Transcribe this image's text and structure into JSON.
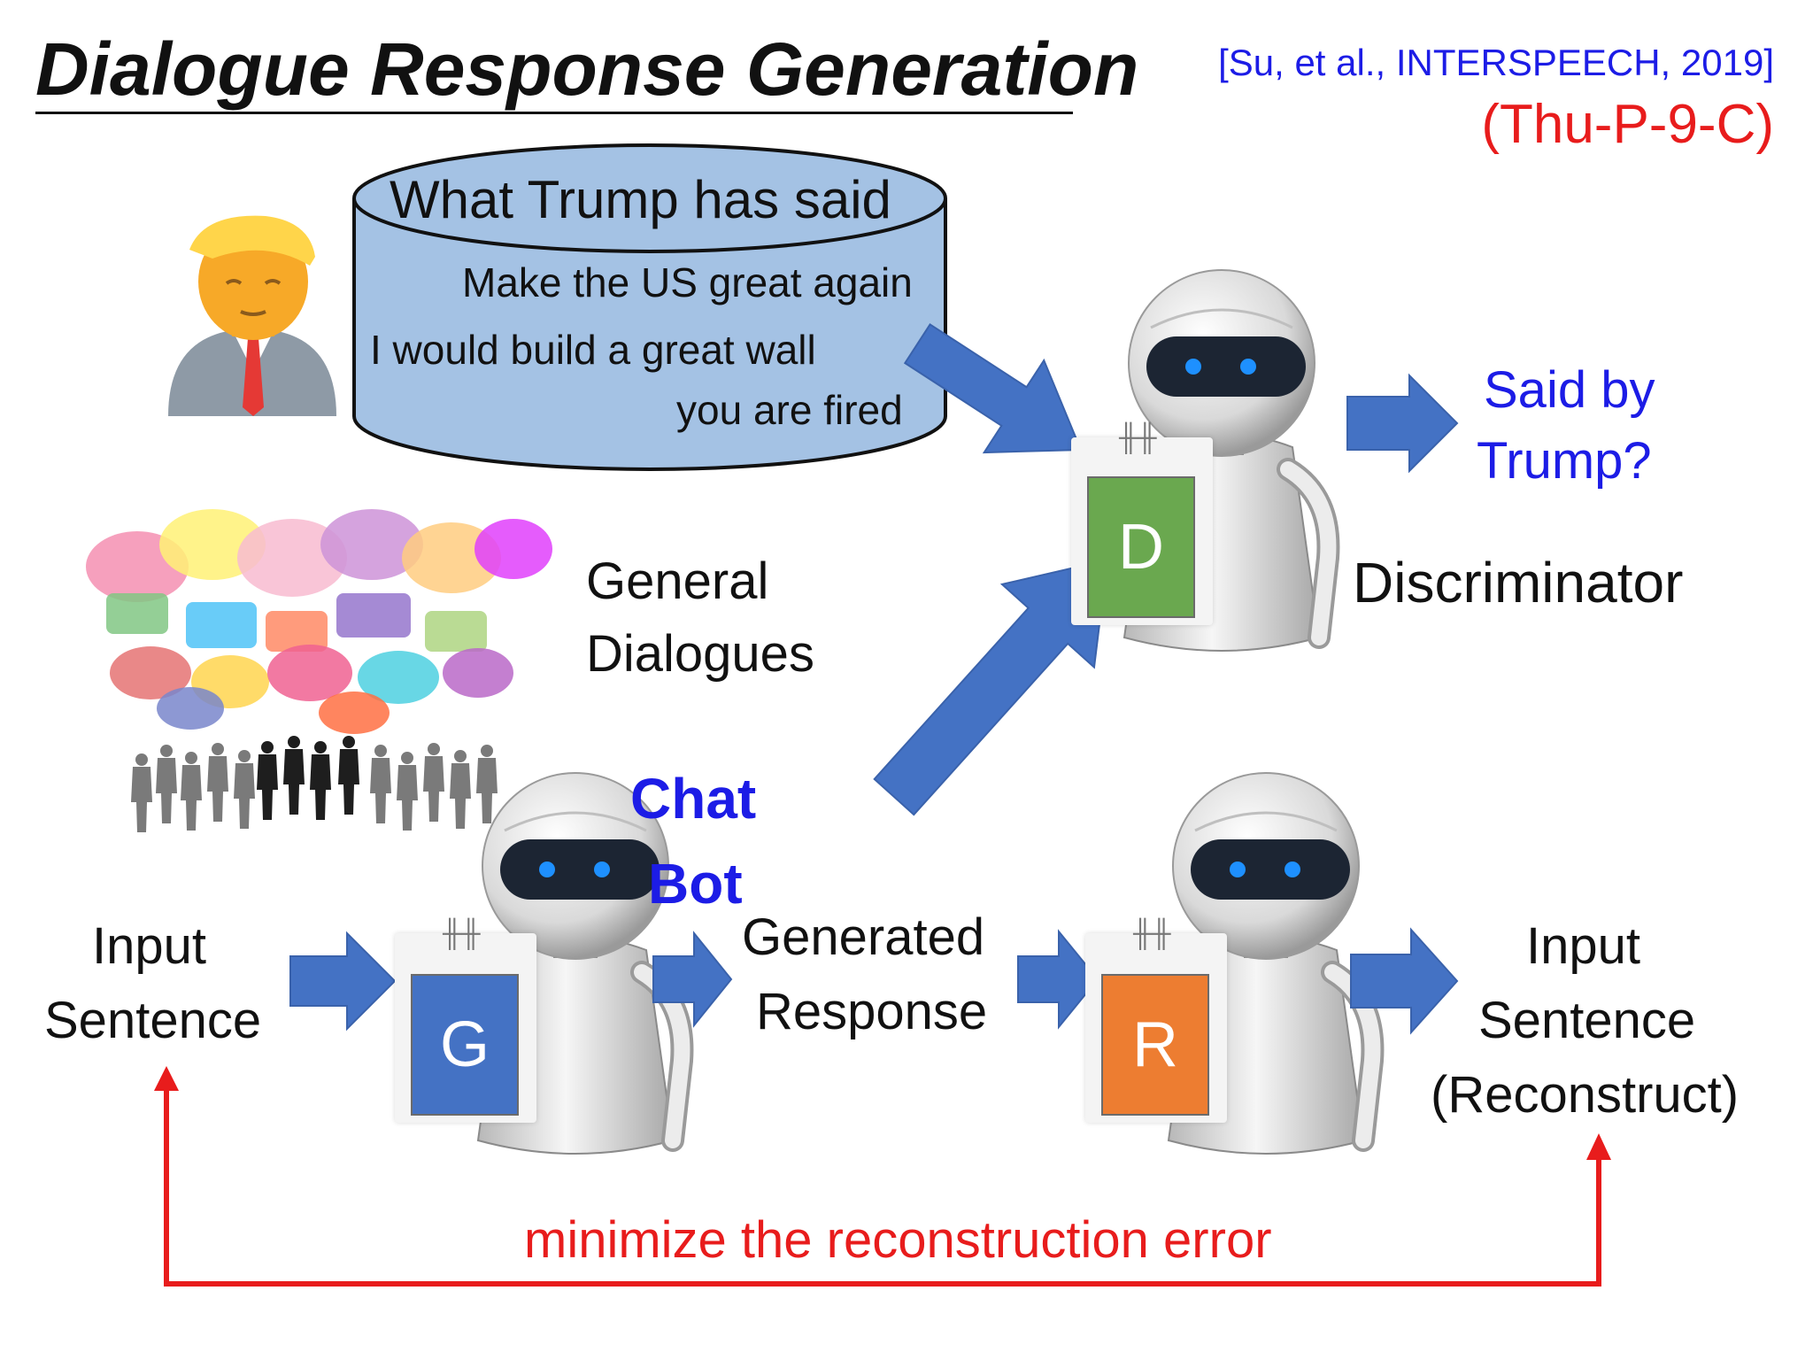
{
  "title": "Dialogue Response Generation",
  "citation": "[Su, et al., INTERSPEECH, 2019]",
  "session": "(Thu-P-9-C)",
  "database": {
    "title": "What Trump has said",
    "quotes": [
      "Make the US great again",
      "I would build a great wall",
      "you are fired"
    ]
  },
  "general_dialogues": [
    "General",
    "Dialogues"
  ],
  "discriminator": {
    "badge": "D",
    "label": "Discriminator",
    "output": [
      "Said by",
      "Trump?"
    ]
  },
  "generator": {
    "badge": "G",
    "label": [
      "Chat",
      "Bot"
    ]
  },
  "reconstructor": {
    "badge": "R"
  },
  "input_sentence": [
    "Input",
    "Sentence"
  ],
  "generated_response": [
    "Generated",
    "Response"
  ],
  "reconstructed_output": [
    "Input",
    "Sentence",
    "(Reconstruct)"
  ],
  "loss_label": "minimize the reconstruction error",
  "colors": {
    "arrow": "#4472c4",
    "db_fill": "#a4c2e4",
    "discriminator": "#6aa84f",
    "generator": "#4472c4",
    "reconstructor": "#ed7d31",
    "accent_blue": "#1c1ce6",
    "accent_red": "#e81c1c"
  },
  "icons": [
    "trump-avatar-icon",
    "crowd-speech-bubbles-icon",
    "robot-icon"
  ]
}
